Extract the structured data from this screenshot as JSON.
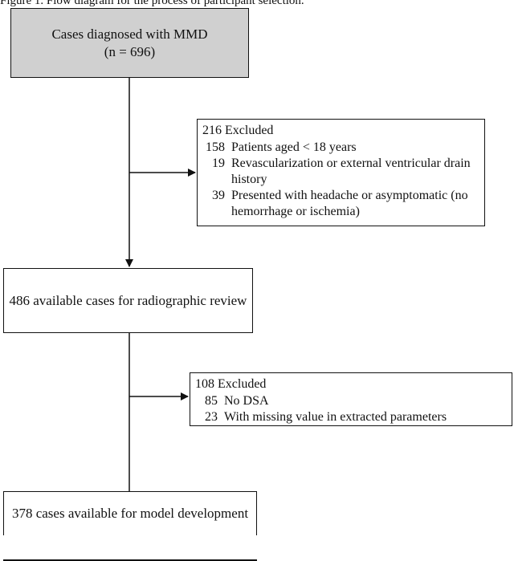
{
  "caption": "Figure 1. Flow diagram for the process of participant selection.",
  "box_top": {
    "line1": "Cases diagnosed with MMD",
    "line2": "(n = 696)"
  },
  "excluded_1": {
    "header": "216 Excluded",
    "items": [
      {
        "count": "158",
        "text": "Patients aged < 18 years"
      },
      {
        "count": "19",
        "text": "Revascularization or external ventricular drain history"
      },
      {
        "count": "39",
        "text": "Presented with headache or asymptomatic (no hemorrhage or ischemia)"
      }
    ]
  },
  "box_mid": {
    "text": "486 available cases for radiographic review"
  },
  "excluded_2": {
    "header": "108 Excluded",
    "items": [
      {
        "count": "85",
        "text": "No DSA"
      },
      {
        "count": "23",
        "text": "With missing value in extracted parameters"
      }
    ]
  },
  "box_bottom": {
    "text": "378 cases available for model development"
  },
  "colors": {
    "shaded_box": "#d0d0d0",
    "line": "#111111"
  }
}
